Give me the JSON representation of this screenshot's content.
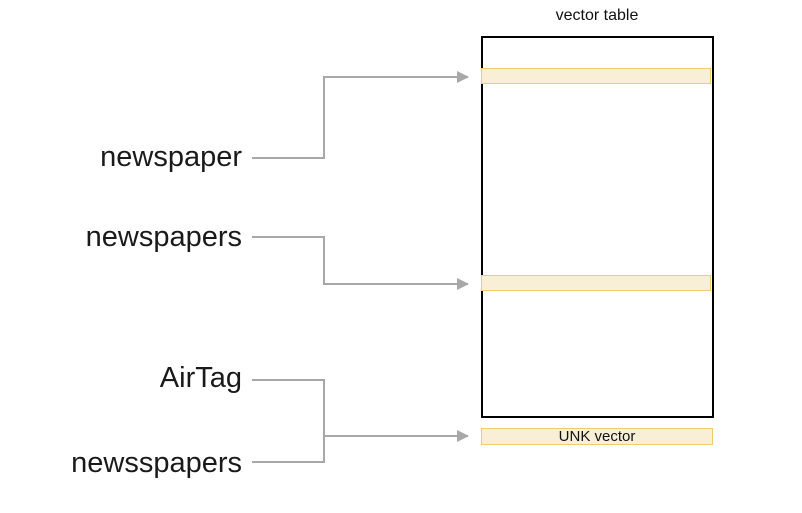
{
  "vector_table": {
    "title": "vector table",
    "unk_label": "UNK vector"
  },
  "words": [
    {
      "text": "newspaper"
    },
    {
      "text": "newspapers"
    },
    {
      "text": "AirTag"
    },
    {
      "text": "newsspapers"
    }
  ],
  "colors": {
    "connector": "#a8a8a8",
    "highlight_fill": "#f8efd6",
    "highlight_border": "#f1cd6a",
    "table_border": "#000000"
  }
}
